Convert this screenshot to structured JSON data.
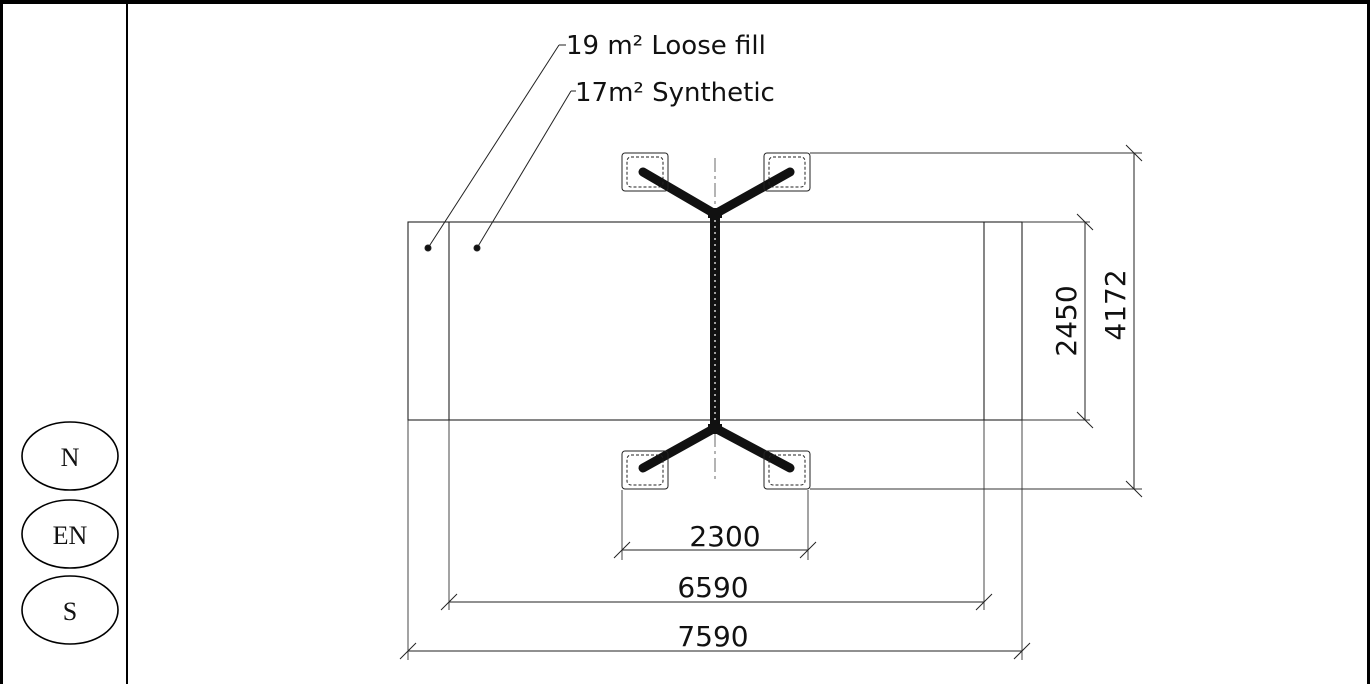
{
  "badges": {
    "n": "N",
    "en": "EN",
    "s": "S"
  },
  "surfacing": {
    "loose_fill": "19 m² Loose fill",
    "synthetic": "17m² Synthetic"
  },
  "dimensions": {
    "seat_span": "2300",
    "synthetic_length": "6590",
    "total_length": "7590",
    "synthetic_width": "2450",
    "total_width": "4172"
  },
  "colors": {
    "line": "#111111",
    "frame": "#000000",
    "background": "#ffffff"
  }
}
